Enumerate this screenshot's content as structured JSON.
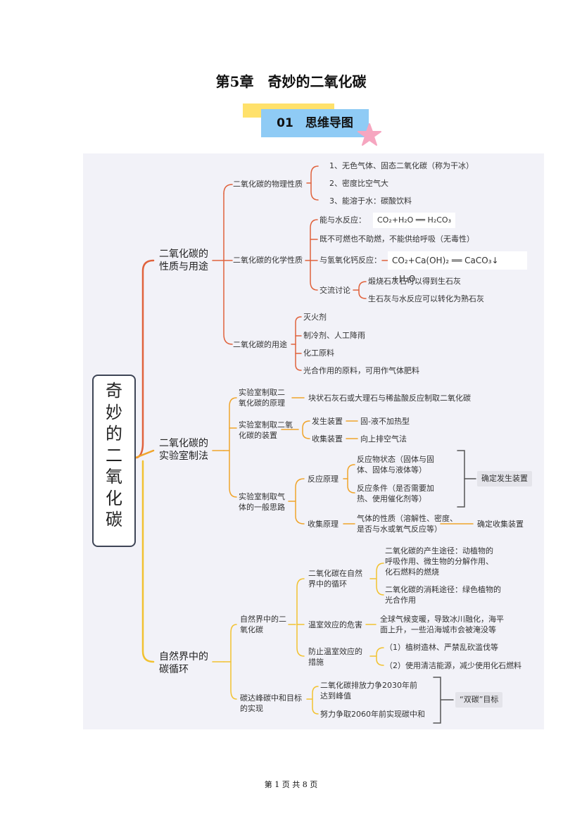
{
  "header": {
    "title": "第5章　奇妙的二氧化碳",
    "section": "01　思维导图"
  },
  "root": {
    "chars": [
      "奇",
      "妙",
      "的",
      "二",
      "氧",
      "化",
      "碳"
    ]
  },
  "branch1": {
    "title_l1": "二氧化碳的",
    "title_l2": "性质与用途",
    "phys": {
      "label": "二氧化碳的物理性质",
      "items": [
        "1、无色气体、固态二氧化碳（称为干冰）",
        "2、密度比空气大",
        "3、能溶于水：碳酸饮料"
      ]
    },
    "chem": {
      "label": "二氧化碳的化学性质",
      "water": "能与水反应：",
      "water_eq": "CO₂+H₂O ══ H₂CO₃",
      "burn": "既不可燃也不助燃，不能供给呼吸（无毒性）",
      "lime": "与氢氧化钙反应：",
      "lime_eq": "CO₂+Ca(OH)₂ ══ CaCO₃↓ +H₂O",
      "disc": "交流讨论",
      "disc_items": [
        "煅烧石灰石可以得到生石灰",
        "生石灰与水反应可以转化为熟石灰"
      ]
    },
    "use": {
      "label": "二氧化碳的用途",
      "items": [
        "灭火剂",
        "制冷剂、人工降雨",
        "化工原料",
        "光合作用的原料，可用作气体肥料"
      ]
    }
  },
  "branch2": {
    "title_l1": "二氧化碳的",
    "title_l2": "实验室制法",
    "principle": {
      "label_l1": "实验室制取二",
      "label_l2": "氧化碳的原理",
      "text": "块状石灰石或大理石与稀盐酸反应制取二氧化碳"
    },
    "device": {
      "label_l1": "实验室制取二氧",
      "label_l2": "化碳的装置",
      "gen": "发生装置",
      "gen_val": "固-液不加热型",
      "col": "收集装置",
      "col_val": "向上排空气法"
    },
    "method": {
      "label_l1": "实验室制取气",
      "label_l2": "体的一般思路",
      "react": "反应原理",
      "state_l1": "反应物状态（固体与固",
      "state_l2": "体、固体与液体等）",
      "cond_l1": "反应条件（是否需要加",
      "cond_l2": "热、使用催化剂等）",
      "gen_tag": "确定发生装置",
      "collect": "收集原理",
      "gas_l1": "气体的性质（溶解性、密度、",
      "gas_l2": "是否与水或氧气反应等）",
      "col_tag": "确定收集装置"
    }
  },
  "branch3": {
    "title_l1": "自然界中的",
    "title_l2": "碳循环",
    "nature": {
      "label_l1": "自然界中的二",
      "label_l2": "氧化碳",
      "cycle_l1": "二氧化碳在自然",
      "cycle_l2": "界中的循环",
      "prod_l1": "二氧化碳的产生途径：动植物的",
      "prod_l2": "呼吸作用、微生物的分解作用、",
      "prod_l3": "化石燃料的燃烧",
      "cons_l1": "二氧化碳的消耗途径：绿色植物的",
      "cons_l2": "光合作用",
      "green": "温室效应的危害",
      "green_l1": "全球气候变暖，导致冰川融化，海平",
      "green_l2": "面上升，一些沿海城市会被淹没等",
      "prevent_l1": "防止温室效应的",
      "prevent_l2": "措施",
      "prevent_items": [
        "（1）植树造林、严禁乱砍滥伐等",
        "（2）使用清洁能源，减少使用化石燃料"
      ]
    },
    "peak": {
      "label_l1": "碳达峰碳中和目标",
      "label_l2": "的实现",
      "a_l1": "二氧化碳排放力争2030年前",
      "a_l2": "达到峰值",
      "b": "努力争取2060年前实现碳中和",
      "tag": "“双碳”目标"
    }
  },
  "footer": "第 1 页 共 8 页",
  "colors": {
    "branch1": "#e0623c",
    "branch2": "#f0a42a",
    "branch3": "#f2c230",
    "panel": "#f2f2f8",
    "banner": "#8fcbf5",
    "star": "#f6a6c0"
  }
}
